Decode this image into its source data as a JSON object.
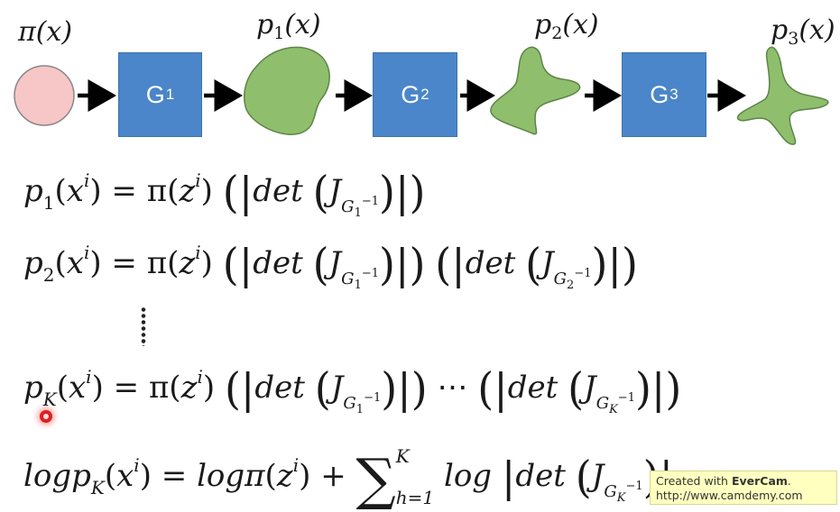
{
  "flow": {
    "labels": {
      "pi": "π(x)",
      "p1_base": "p",
      "p1_sub": "1",
      "p1_arg": "(x)",
      "p2_base": "p",
      "p2_sub": "2",
      "p2_arg": "(x)",
      "p3_base": "p",
      "p3_sub": "3",
      "p3_arg": "(x)"
    },
    "generators": [
      {
        "base": "G",
        "sub": "1"
      },
      {
        "base": "G",
        "sub": "2"
      },
      {
        "base": "G",
        "sub": "3"
      }
    ],
    "colors": {
      "prior_fill": "#f7c6c6",
      "shape_fill": "#8fbe6d",
      "box_fill": "#4a86c9",
      "arrow": "#000000"
    }
  },
  "equations": {
    "eq1": {
      "lhs": "p",
      "lhs_sub": "1",
      "x": "(x",
      "i": "i",
      "close": ")",
      "equals": " = π(z",
      "close2": ")",
      "det": "det",
      "J": "J",
      "G": "G",
      "gs": "1",
      "inv": "−1"
    },
    "eq2": {
      "lhs": "p",
      "lhs_sub": "2",
      "x": "(x",
      "i": "i",
      "close": ")",
      "equals": " = π(z",
      "close2": ")",
      "det": "det",
      "J": "J",
      "G": "G",
      "gs1": "1",
      "gs2": "2",
      "inv": "−1"
    },
    "eqK": {
      "lhs": "p",
      "lhs_sub": "K",
      "x": "(x",
      "i": "i",
      "close": ")",
      "equals": " = π(z",
      "close2": ")",
      "det": "det",
      "J": "J",
      "G": "G",
      "gs1": "1",
      "gsK": "K",
      "inv": "−1",
      "cdots": "⋯"
    },
    "eqLog": {
      "lhs": "logp",
      "lhs_sub": "K",
      "x": "(x",
      "i": "i",
      "close": ")",
      "equals": " = logπ(z",
      "close2": ")",
      "plus": " + ",
      "sum": "∑",
      "sum_top": "K",
      "sum_bottom": "h=1",
      "log": " log ",
      "det": "det",
      "J": "J",
      "G": "G",
      "gsK": "K",
      "inv": "−1"
    }
  },
  "watermark": {
    "line1_prefix": "Created with ",
    "line1_brand": "EverCam",
    "line1_suffix": ".",
    "line2": "http://www.camdemy.com"
  }
}
